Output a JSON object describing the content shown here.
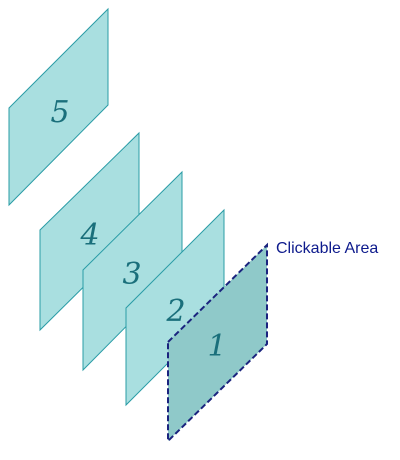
{
  "colors": {
    "layer_fill": "#a9dfe0",
    "layer_stroke": "#2a9ca6",
    "clickable_fill": "#8fc9c9",
    "clickable_stroke": "#1a237e",
    "label_color": "#1a6f7b",
    "callout_color": "#0d1a8c"
  },
  "layers": [
    {
      "label": "5",
      "clickable": false
    },
    {
      "label": "4",
      "clickable": false
    },
    {
      "label": "3",
      "clickable": false
    },
    {
      "label": "2",
      "clickable": false
    },
    {
      "label": "1",
      "clickable": true
    }
  ],
  "callout": {
    "text": "Clickable Area"
  }
}
